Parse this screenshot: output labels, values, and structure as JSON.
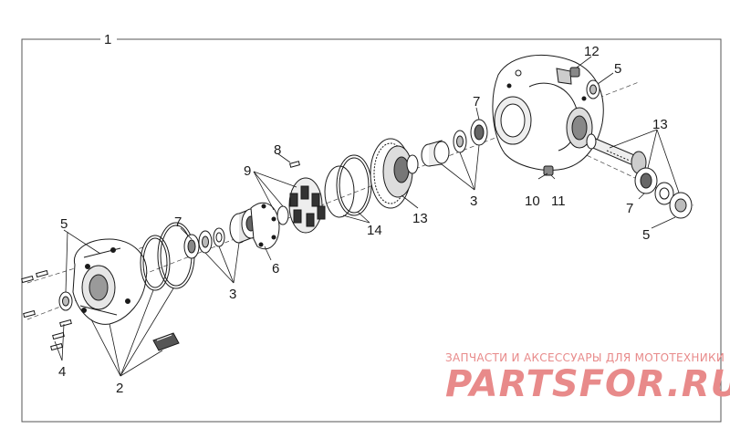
{
  "diagram": {
    "callouts": [
      {
        "id": "c1",
        "text": "1"
      },
      {
        "id": "c5a",
        "text": "5"
      },
      {
        "id": "c4",
        "text": "4"
      },
      {
        "id": "c2",
        "text": "2"
      },
      {
        "id": "c7a",
        "text": "7"
      },
      {
        "id": "c3a",
        "text": "3"
      },
      {
        "id": "c6",
        "text": "6"
      },
      {
        "id": "c8",
        "text": "8"
      },
      {
        "id": "c9",
        "text": "9"
      },
      {
        "id": "c14",
        "text": "14"
      },
      {
        "id": "c13a",
        "text": "13"
      },
      {
        "id": "c3b",
        "text": "3"
      },
      {
        "id": "c7b",
        "text": "7"
      },
      {
        "id": "c12",
        "text": "12"
      },
      {
        "id": "c5b",
        "text": "5"
      },
      {
        "id": "c10",
        "text": "10"
      },
      {
        "id": "c11",
        "text": "11"
      },
      {
        "id": "c13b",
        "text": "13"
      },
      {
        "id": "c7c",
        "text": "7"
      },
      {
        "id": "c5c",
        "text": "5"
      }
    ]
  },
  "watermark": {
    "tagline": "ЗАПЧАСТИ И АКСЕССУАРЫ ДЛЯ МОТОТЕХНИКИ",
    "logo": "PARTSFOR.RU",
    "color": "#e88a8a"
  },
  "colors": {
    "line": "#1a1a1a",
    "shade": "#9a9a9a",
    "light": "#d6d6d6"
  }
}
